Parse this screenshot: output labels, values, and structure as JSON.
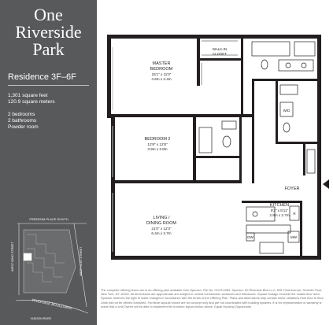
{
  "brand": {
    "line1": "One",
    "line2": "Riverside",
    "line3": "Park"
  },
  "residence": {
    "title": "Residence 3F–6F"
  },
  "specs": {
    "area_ft": "1,301 square feet",
    "area_m": "120.9 square meters",
    "bedrooms": "2 bedrooms",
    "bathrooms": "2 bathrooms",
    "powder": "Powder room"
  },
  "keymap": {
    "street_top": "FREEDOM PLACE SOUTH",
    "street_left": "WEST 62ND STREET",
    "street_right": "WEST 61ST STREET",
    "street_bottom": "RIVERSIDE BOULEVARD",
    "river": "HUDSON RIVER"
  },
  "rooms": {
    "master": {
      "name1": "MASTER",
      "name2": "BEDROOM",
      "dim_ft": "15'1\" x 11'0\"",
      "dim_m": "4.6m x 3.4m"
    },
    "walkin": {
      "name1": "WALK-IN",
      "name2": "CLOSET"
    },
    "bedroom2": {
      "name": "BEDROOM 2",
      "dim_ft": "12'8\" x 12'8\"",
      "dim_m": "3.9m x 3.8m"
    },
    "living": {
      "name1": "LIVING /",
      "name2": "DINING ROOM",
      "dim_ft": "21'0\" x 12'3\"",
      "dim_m": "6.4m x 3.7m"
    },
    "kitchen": {
      "name": "KITCHEN",
      "dim_ft": "9'2\" x 8'11\"",
      "dim_m": "2.8m x 2.7m"
    },
    "foyer": "FOYER",
    "wd": "W/D",
    "dw": "DW",
    "mw": "MW",
    "r": "R"
  },
  "disclaimer": "The complete offering terms are in an offering plan available from Sponsor. File No. CD13-0089. Sponsor: 50 Riverside Blvd LLC, 805 Third Avenue, Seventh Floor, New York, NY 10022. All dimensions are approximate and subject to normal construction variances and tolerances. Square footage exceeds the usable floor area. Sponsor reserves the right to make changes in accordance with the terms of the Offering Plan. Plans and dimensions may contain minor variations from floor to floor. Units will not be offered furnished. Furniture layouts shown are for concept only and are not coordinated with building systems. It is for representation or warranty is made that a Unit Owner will be able to implement the furniture layout shown above. Equal Housing Opportunity.",
  "colors": {
    "sidebar": "#58595b",
    "wall": "#231f20",
    "floor": "#ffffff"
  }
}
